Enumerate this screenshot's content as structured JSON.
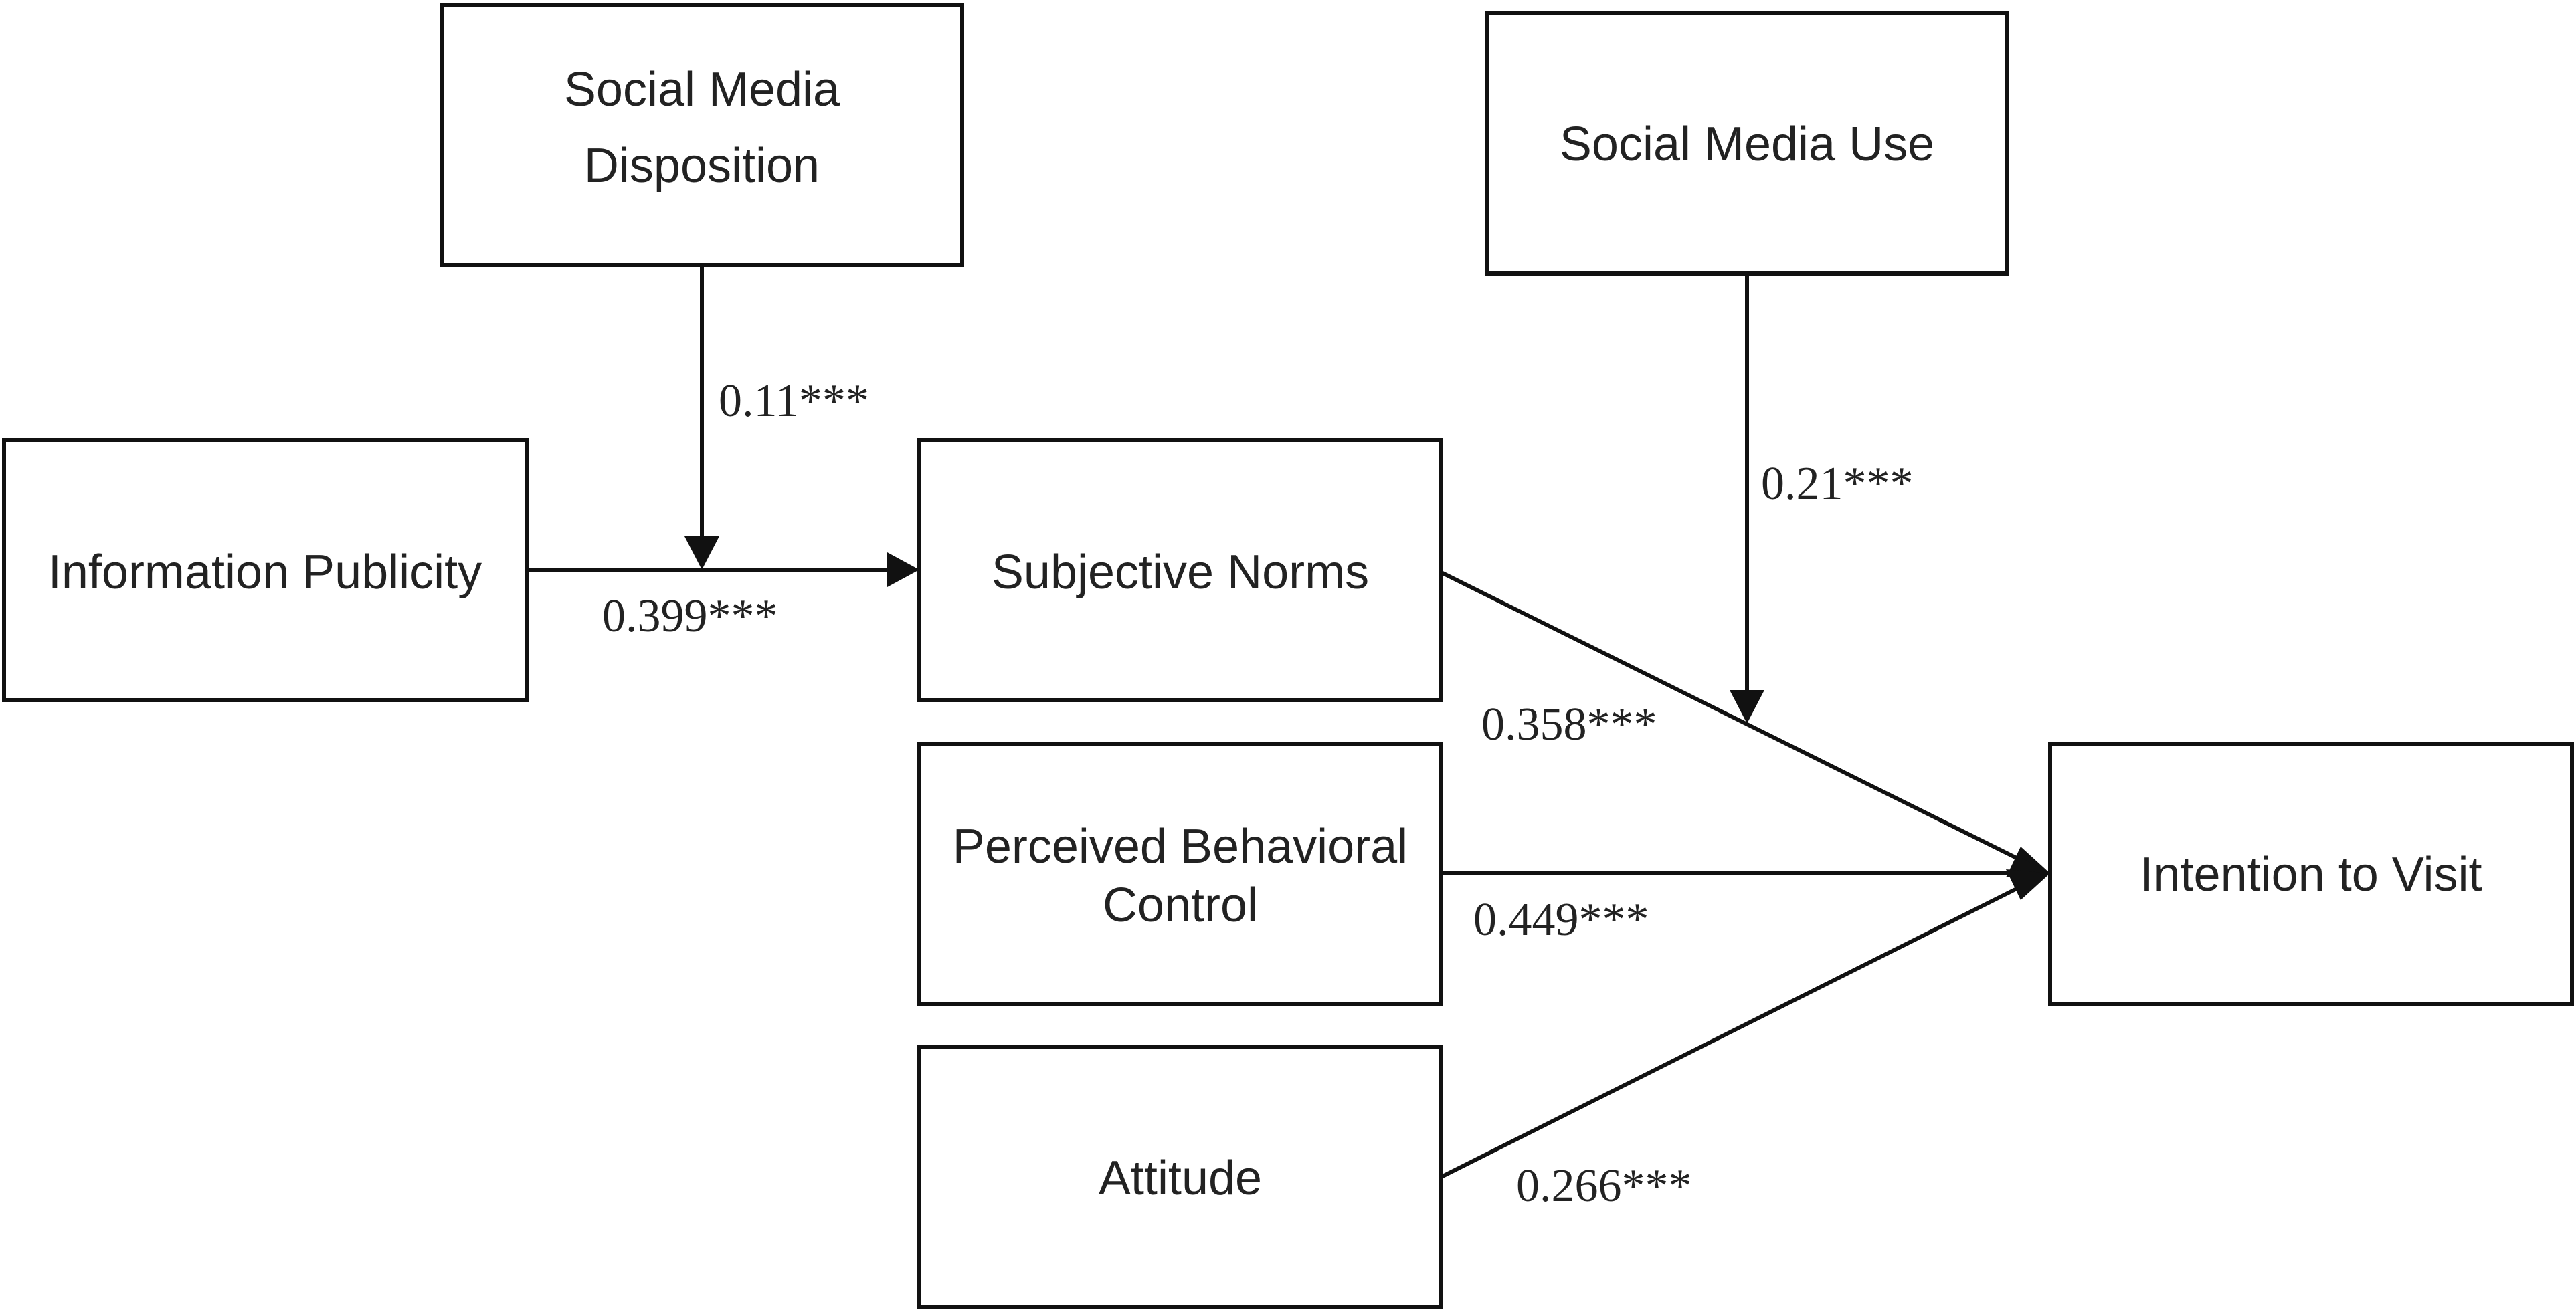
{
  "nodes": {
    "social_media_disposition": {
      "lines": [
        "Social Media",
        "Disposition"
      ]
    },
    "social_media_use": {
      "lines": [
        "Social Media Use"
      ]
    },
    "information_publicity": {
      "lines": [
        "Information Publicity"
      ]
    },
    "subjective_norms": {
      "lines": [
        "Subjective Norms"
      ]
    },
    "perceived_behavioral_control": {
      "lines": [
        "Perceived Behavioral",
        "Control"
      ]
    },
    "attitude": {
      "lines": [
        "Attitude"
      ]
    },
    "intention_to_visit": {
      "lines": [
        "Intention to Visit"
      ]
    }
  },
  "edges": [
    {
      "from": "social_media_disposition",
      "to": "information_publicity -> subjective_norms",
      "coefficient": "0.11***"
    },
    {
      "from": "information_publicity",
      "to": "subjective_norms",
      "coefficient": "0.399***"
    },
    {
      "from": "social_media_use",
      "to": "subjective_norms -> intention_to_visit",
      "coefficient": "0.21***"
    },
    {
      "from": "subjective_norms",
      "to": "intention_to_visit",
      "coefficient": "0.358***"
    },
    {
      "from": "perceived_behavioral_control",
      "to": "intention_to_visit",
      "coefficient": "0.449***"
    },
    {
      "from": "attitude",
      "to": "intention_to_visit",
      "coefficient": "0.266***"
    }
  ]
}
